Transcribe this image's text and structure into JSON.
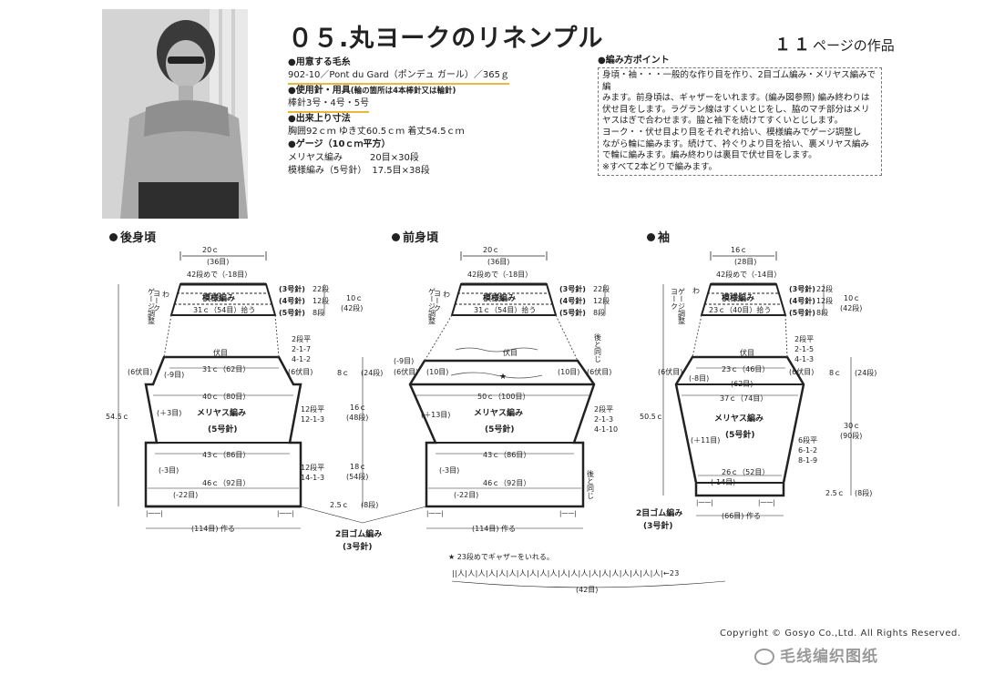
{
  "title": "０５.丸ヨークのリネンプル",
  "page_ref": {
    "num": "１１",
    "suffix": "ページの作品"
  },
  "spec": {
    "yarn_hd": "●用意する毛糸",
    "yarn": "902-10／Pont du Gard（ポンデュ ガール）／365ｇ",
    "needle_hd": "●使用針・用具",
    "needle_note": "(輪の箇所は4本棒針又は輪針)",
    "needles": "棒針3号・4号・5号",
    "size_hd": "●出来上り寸法",
    "size": "胸囲92ｃｍ ゆき丈60.5ｃｍ 着丈54.5ｃｍ",
    "gauge_hd": "●ゲージ（10ｃｍ平方）",
    "gauge1_name": "メリヤス編み",
    "gauge1_val": "20目×30段",
    "gauge2_name": "模様編み（5号針）",
    "gauge2_val": "17.5目×38段"
  },
  "points": {
    "hd": "●編み方ポイント",
    "lines": [
      "身頃・袖・・・一般的な作り目を作り、2目ゴム編み・メリヤス編みで編",
      "みます。前身頃は、ギャザーをいれます。(編み図参照) 編み終わりは",
      "伏せ目をします。ラグラン線はすくいとじをし、脇のマチ部分はメリ",
      "ヤスはぎで合わせます。脇と袖下を続けてすくいとじします。",
      "ヨーク・・伏せ目より目をそれぞれ拾い、模様編みでゲージ調整し",
      "ながら輪に編みます。続けて、衿ぐりより目を拾い、裏メリヤス編み",
      "で輪に編みます。編み終わりは裏目で伏せ目をします。",
      "※すべて2本どりで編みます。"
    ]
  },
  "sections": {
    "back": "後身頃",
    "front": "前身頃",
    "sleeve": "袖"
  },
  "back": {
    "yoke_w": "20ｃ",
    "yoke_st": "(36目)",
    "dec": "42段めで（-18目）",
    "wa": "わ",
    "yoke_label": "ヨーク",
    "gauge_adj": "ゲージ調整",
    "pattern": "模様編み",
    "pickup": "31ｃ（54目）拾う",
    "n3": "(3号針)",
    "r22": "22段",
    "n4": "(4号針)",
    "r12": "12段",
    "n5": "(5号針)",
    "r8": "8段",
    "h10": "10ｃ",
    "h10r": "(42段)",
    "bindoff": "伏目",
    "w31": "31ｃ（62目）",
    "b6": "(6伏目)",
    "b6r": "(6伏目)",
    "m9": "(-9目)",
    "rag1": "2段平",
    "rag2": "2-1-7",
    "rag3": "4-1-2",
    "w40": "40ｃ（80目）",
    "p3": "(＋3目)",
    "stockinette": "メリヤス編み",
    "n5b": "(5号針)",
    "s12a": "12段平",
    "s12b": "12-1-3",
    "w43": "43ｃ（86目）",
    "m3": "(-3目)",
    "s12c": "12段平",
    "s12d": "14-1-3",
    "w46": "46ｃ（92目）",
    "m22": "(-22目)",
    "h545": "54.5ｃ",
    "h8": "8ｃ",
    "h8r": "(24段)",
    "h16": "16ｃ",
    "h16r": "(48段)",
    "h18": "18ｃ",
    "h18r": "(54段)",
    "h25": "2.5ｃ",
    "h25r": "(8段)",
    "cast": "(114目) 作る",
    "rib": "|一一|"
  },
  "front": {
    "yoke_w": "20ｃ",
    "yoke_st": "(36目)",
    "dec": "42段めで（-18目）",
    "wa": "わ",
    "yoke_label": "ヨーク",
    "gauge_adj": "ゲージ調整",
    "pattern": "模様編み",
    "pickup": "31ｃ（54目）拾う",
    "n3": "(3号針)",
    "r22": "22段",
    "n4": "(4号針)",
    "r12": "12段",
    "n5": "(5号針)",
    "r8": "8段",
    "bindoff": "伏目",
    "b9": "(-9目)",
    "b6": "(6伏目)",
    "b10a": "(10目)",
    "b10b": "(10目)",
    "b6r": "(6伏目)",
    "same_back": "後と同じ",
    "star": "★",
    "w50": "50ｃ（100目）",
    "p13": "(＋13目)",
    "stockinette": "メリヤス編み",
    "n5b": "(5号針)",
    "s1": "2段平",
    "s2": "2-1-3",
    "s3": "4-1-10",
    "w43": "43ｃ（86目）",
    "m3": "(-3目)",
    "same_back2": "後と同じ",
    "w46": "46ｃ（92目）",
    "m22": "(-22目)",
    "cast": "(114目) 作る",
    "rib": "|一一|"
  },
  "rib_label": "2目ゴム編み",
  "rib_needle": "(3号針)",
  "sleeve": {
    "yoke_w": "16ｃ",
    "yoke_st": "(28目)",
    "dec": "42段めで（-14目）",
    "wa": "わ",
    "yoke_label": "ヨーク",
    "gauge_adj": "ゲージ調整",
    "pattern": "模様編み",
    "pickup": "23ｃ（40目）拾う",
    "n3": "(3号針)",
    "r22": "22段",
    "n4": "(4号針)",
    "r12": "12段",
    "n5": "(5号針)",
    "r8": "8段",
    "h10": "10ｃ",
    "h10r": "(42段)",
    "bindoff": "伏目",
    "w23": "23ｃ（46目）",
    "b6": "(6伏目)",
    "b6r": "(6伏目)",
    "m8": "(-8目)",
    "st62": "(62目)",
    "rag1": "2段平",
    "rag2": "2-1-5",
    "rag3": "4-1-3",
    "w37": "37ｃ（74目）",
    "stockinette": "メリヤス編み",
    "n5b": "(5号針)",
    "p11": "(＋11目)",
    "s1": "6段平",
    "s2": "6-1-2",
    "s3": "8-1-9",
    "w26": "26ｃ（52目）",
    "m14": "(-14目)",
    "h505": "50.5ｃ",
    "h8": "8ｃ",
    "h8r": "(24段)",
    "h30": "30ｃ",
    "h30r": "(90段)",
    "h25": "2.5ｃ",
    "h25r": "(8段)",
    "rib_label": "2目ゴム編み",
    "rib_needle": "(3号針)",
    "cast": "(66目) 作る",
    "rib": "|一一|"
  },
  "gather": {
    "note": "★ 23段めでギャザーをいれる。",
    "chart": "||人|人|人|人|人|人|人|人|人|人|人|人|人|人|人|人|人|人|人|人|←23",
    "stitches": "(42目)"
  },
  "copyright": "Copyright © Gosyo Co.,Ltd. All Rights Reserved.",
  "watermark": "毛线编织图纸"
}
